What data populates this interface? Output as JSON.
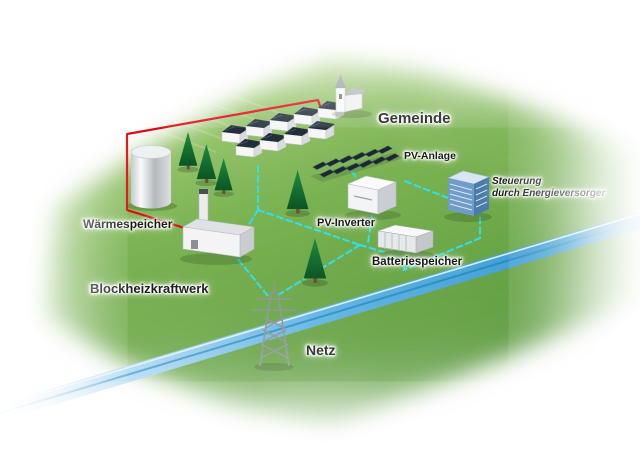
{
  "diagram": {
    "labels": {
      "gemeinde": "Gemeinde",
      "pv_anlage": "PV-Anlage",
      "waermespeicher": "Wärmespeicher",
      "pv_inverter": "PV-Inverter",
      "steuerung_line1": "Steuerung",
      "steuerung_line2": "durch Energieversorger",
      "blockheizkraftwerk": "Blockheizkraftwerk",
      "batteriespeicher": "Batteriespeicher",
      "netz": "Netz"
    },
    "colors": {
      "heat_pipe_red": "#e30613",
      "power_line_cyan": "#2fe0ee",
      "river_blue": "#2f95cd",
      "field_green": "#77b24f",
      "pv_panel_dark": "#1b2633",
      "label_text": "#1b1b1b"
    }
  }
}
